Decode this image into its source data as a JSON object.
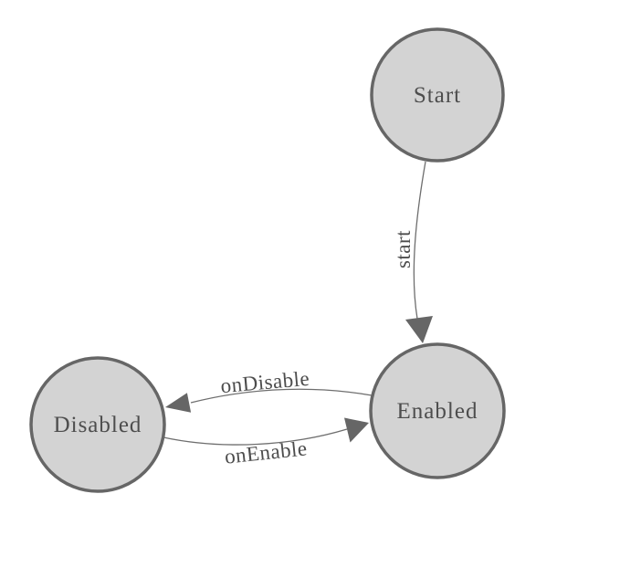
{
  "diagram": {
    "type": "state-machine",
    "background_color": "#ffffff",
    "colors": {
      "node_fill": "#d3d3d3",
      "node_stroke": "#666666",
      "edge_stroke": "#6e6e6e",
      "arrow_fill": "#666666",
      "label_text": "#4d4d4d"
    },
    "states": [
      {
        "label": "Start"
      },
      {
        "label": "Enabled"
      },
      {
        "label": "Disabled"
      }
    ],
    "transitions": [
      {
        "label": "start",
        "from": "Start",
        "to": "Enabled"
      },
      {
        "label": "onDisable",
        "from": "Enabled",
        "to": "Disabled"
      },
      {
        "label": "onEnable",
        "from": "Disabled",
        "to": "Enabled"
      }
    ]
  }
}
